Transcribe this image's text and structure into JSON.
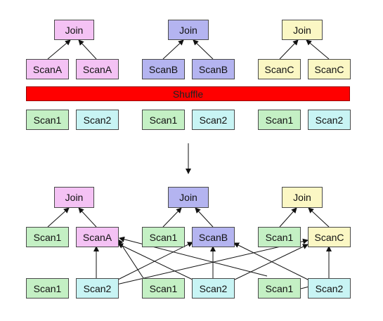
{
  "top_joins": [
    "Join",
    "Join",
    "Join"
  ],
  "top_scans": [
    "ScanA",
    "ScanA",
    "ScanB",
    "ScanB",
    "ScanC",
    "ScanC"
  ],
  "shuffle_label": "Shuffle",
  "source_scans": [
    "Scan1",
    "Scan2",
    "Scan1",
    "Scan2",
    "Scan1",
    "Scan2"
  ],
  "bottom_joins": [
    "Join",
    "Join",
    "Join"
  ],
  "bottom_mid_scans": [
    "Scan1",
    "ScanA",
    "Scan1",
    "ScanB",
    "Scan1",
    "ScanC"
  ],
  "bottom_base_scans": [
    "Scan1",
    "Scan2",
    "Scan1",
    "Scan2",
    "Scan1",
    "Scan2"
  ],
  "colors": {
    "join_a": "#f4c2f4",
    "join_b": "#b4b4f0",
    "join_c": "#fbf7c4",
    "scan1": "#c4f0c4",
    "scan2": "#c8f4f4",
    "shuffle": "#ff0000"
  }
}
